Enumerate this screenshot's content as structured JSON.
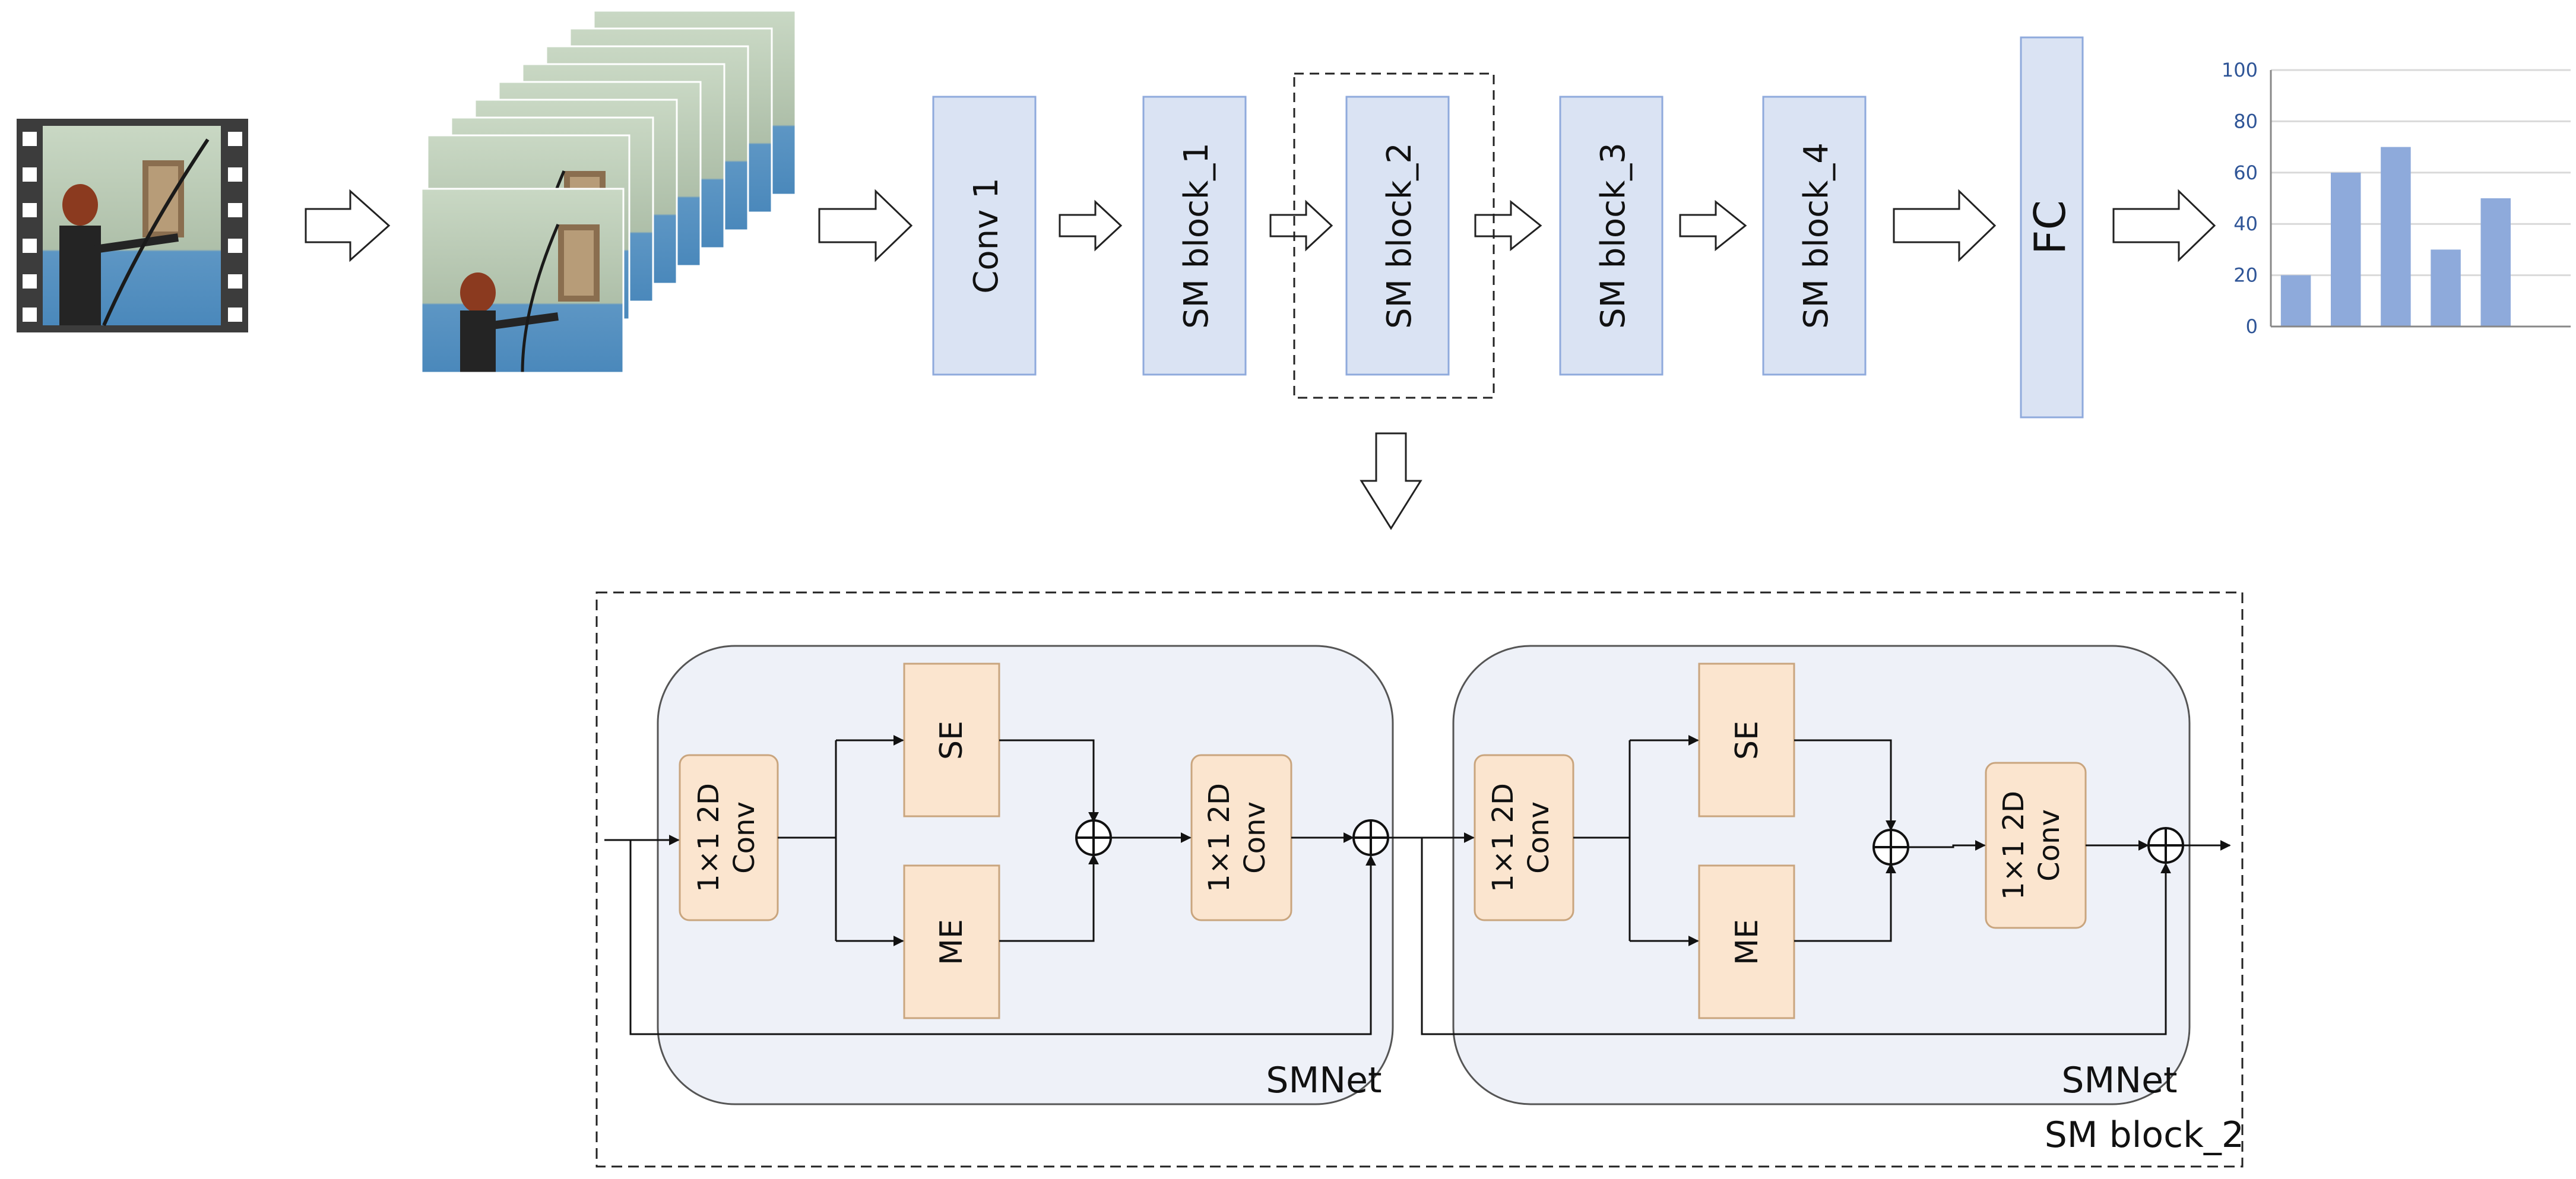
{
  "pipeline": {
    "blocks": [
      "Conv 1",
      "SM block_1",
      "SM block_2",
      "SM block_3",
      "SM block_4",
      "FC"
    ]
  },
  "output_chart": {
    "yticks": [
      "100",
      "80",
      "60",
      "40",
      "20",
      "0"
    ]
  },
  "chart_data": {
    "type": "bar",
    "categories": [
      "",
      "",
      "",
      "",
      "",
      ""
    ],
    "values": [
      20,
      60,
      70,
      30,
      50
    ],
    "ylim": [
      0,
      100
    ],
    "yticks": [
      0,
      20,
      40,
      60,
      80,
      100
    ],
    "grid": true,
    "bar_color": "#8eaadb"
  },
  "detail": {
    "title": "SM block_2",
    "smnets": [
      {
        "label": "SMNet",
        "conv_in": [
          "1×1 2D",
          "Conv"
        ],
        "se": "SE",
        "me": "ME",
        "conv_out": [
          "1×1 2D",
          "Conv"
        ]
      },
      {
        "label": "SMNet",
        "conv_in": [
          "1×1 2D",
          "Conv"
        ],
        "se": "SE",
        "me": "ME",
        "conv_out": [
          "1×1 2D",
          "Conv"
        ]
      }
    ]
  },
  "colors": {
    "block_fill": "#dae3f3",
    "block_stroke": "#8faadc",
    "smnet_fill": "#eef1f8",
    "inner_fill": "#fbe5cf",
    "inner_stroke": "#c9a57e",
    "bar": "#8eaadb",
    "axis_text": "#2f5597"
  }
}
